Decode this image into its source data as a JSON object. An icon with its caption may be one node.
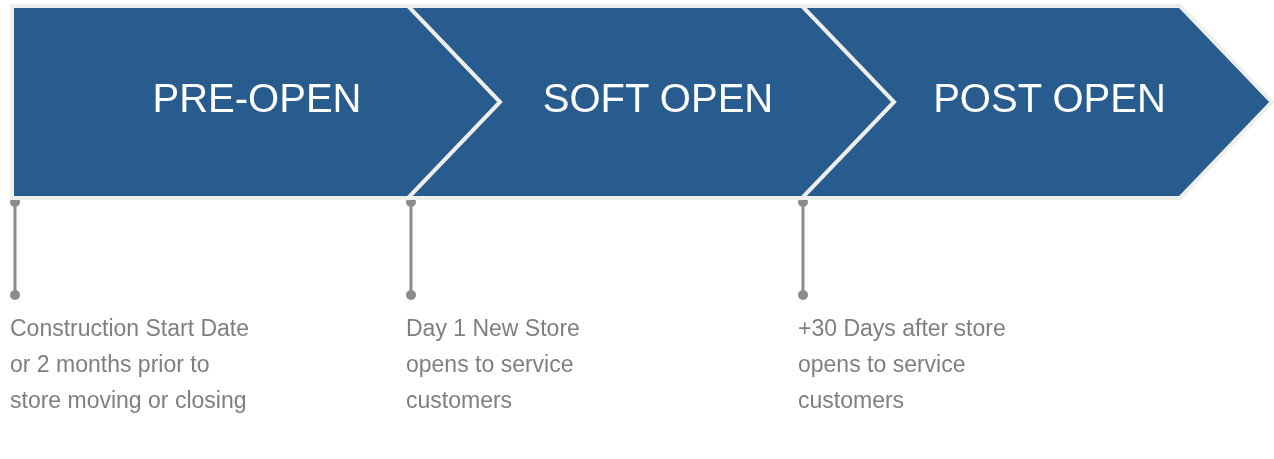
{
  "diagram": {
    "nodes": [
      {
        "text": [
          "PRE-OPEN"
        ]
      },
      {
        "text": [
          "SOFT OPEN"
        ]
      },
      {
        "text": [
          "POST OPEN"
        ]
      },
      {
        "text": [
          "Construction Start Date or 2 months prior to store moving or closing"
        ]
      },
      {
        "text": [
          "Day 1 New Store opens to service customers"
        ]
      },
      {
        "text": [
          "+30 Days after store opens to service customers"
        ]
      }
    ],
    "edges": [
      {
        "from": 0,
        "to": 3,
        "arrow": "other"
      },
      {
        "from": 1,
        "to": 4,
        "arrow": "other"
      },
      {
        "from": 2,
        "to": 5,
        "arrow": "other"
      }
    ]
  }
}
